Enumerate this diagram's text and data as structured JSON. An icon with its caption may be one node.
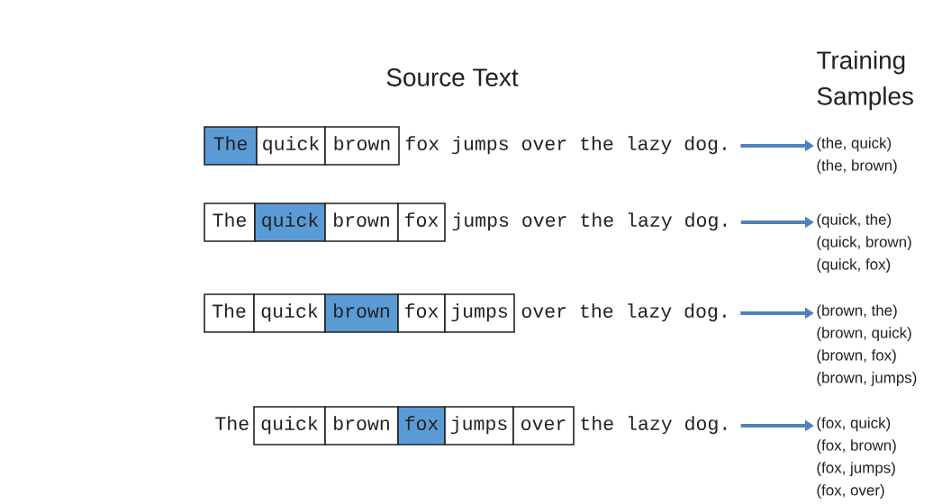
{
  "diagram": {
    "nodes": [
      {
        "text": [
          "The"
        ]
      },
      {
        "text": [
          "quick"
        ]
      },
      {
        "text": [
          "brown"
        ]
      },
      {
        "text": [
          "fox jumps over the lazy dog."
        ]
      },
      {
        "text": [
          "(the, quick)",
          "(the, brown)"
        ]
      },
      {
        "text": [
          "The"
        ]
      },
      {
        "text": [
          "quick"
        ]
      },
      {
        "text": [
          "brown"
        ]
      },
      {
        "text": [
          "fox"
        ]
      },
      {
        "text": [
          "jumps over the lazy dog."
        ]
      },
      {
        "text": [
          "(quick, the)",
          "(quick, brown)",
          "(quick, fox)"
        ]
      },
      {
        "text": [
          "The"
        ]
      },
      {
        "text": [
          "quick"
        ]
      },
      {
        "text": [
          "brown"
        ]
      },
      {
        "text": [
          "fox"
        ]
      },
      {
        "text": [
          "jumps"
        ]
      },
      {
        "text": [
          "over the lazy dog."
        ]
      },
      {
        "text": [
          "(brown, the)",
          "(brown, quick)",
          "(brown, fox)",
          "(brown, jumps)"
        ]
      },
      {
        "text": [
          "quick"
        ]
      },
      {
        "text": [
          "brown"
        ]
      },
      {
        "text": [
          "fox"
        ]
      },
      {
        "text": [
          "jumps"
        ]
      },
      {
        "text": [
          "over"
        ]
      },
      {
        "text": [
          "the lazy dog."
        ]
      },
      {
        "text": [
          "(fox, quick)",
          "(fox, brown)",
          "(fox, jumps)",
          "(fox, over)"
        ]
      }
    ],
    "edges": [
      {
        "from": 3,
        "to": 4,
        "arrow": "to"
      },
      {
        "from": 9,
        "to": 10,
        "arrow": "to"
      },
      {
        "from": 16,
        "to": 17,
        "arrow": "to"
      },
      {
        "from": 23,
        "to": 24,
        "arrow": "to"
      }
    ],
    "labels": [
      "Source Text",
      "Training Samples",
      "The"
    ]
  }
}
